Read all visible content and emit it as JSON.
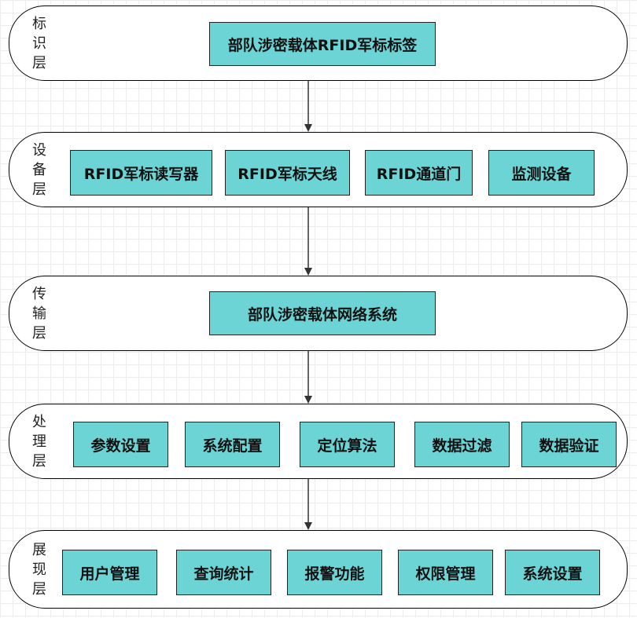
{
  "layers": [
    {
      "label": "标识层",
      "items": [
        "部队涉密载体RFID军标标签"
      ]
    },
    {
      "label": "设备层",
      "items": [
        "RFID军标读写器",
        "RFID军标天线",
        "RFID通道门",
        "监测设备"
      ]
    },
    {
      "label": "传输层",
      "items": [
        "部队涉密载体网络系统"
      ]
    },
    {
      "label": "处理层",
      "items": [
        "参数设置",
        "系统配置",
        "定位算法",
        "数据过滤",
        "数据验证"
      ]
    },
    {
      "label": "展现层",
      "items": [
        "用户管理",
        "查询统计",
        "报警功能",
        "权限管理",
        "系统设置"
      ]
    }
  ]
}
